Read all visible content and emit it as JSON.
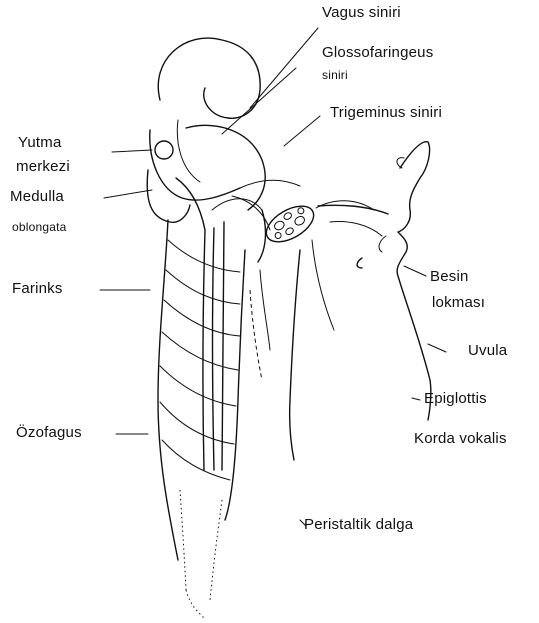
{
  "labels": {
    "vagus": "Vagus siniri",
    "glosso_line1": "Glossofaringeus",
    "glosso_line2": "siniri",
    "trigeminus": "Trigeminus siniri",
    "yutma_line1": "Yutma",
    "yutma_line2": "merkezi",
    "medulla": "Medulla",
    "oblongata": "oblongata",
    "farinks": "Farinks",
    "besin_line1": "Besin",
    "besin_line2": "lokması",
    "uvula": "Uvula",
    "epiglottis": "Epiglottis",
    "korda": "Korda vokalis",
    "ozofagus": "Özofagus",
    "peristaltik": "Peristaltik dalga"
  }
}
